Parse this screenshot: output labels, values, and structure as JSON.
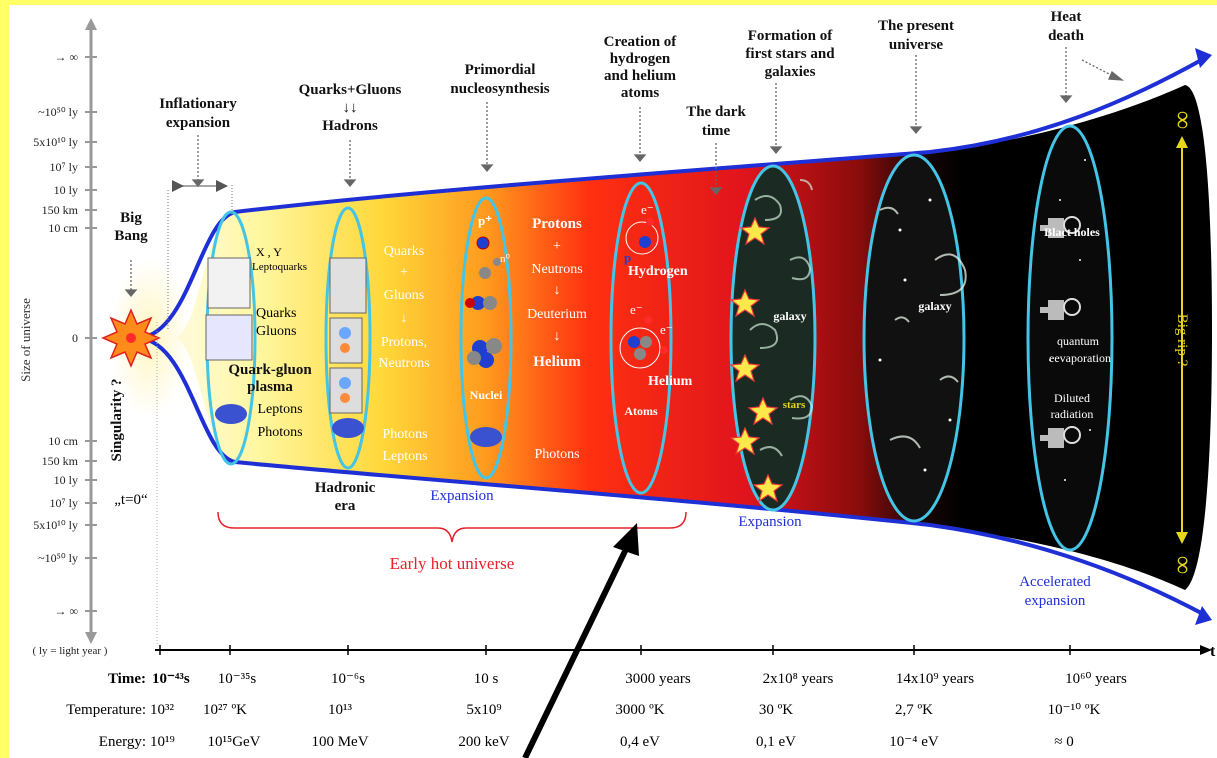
{
  "colors": {
    "accent_blue": "#1f2fd6",
    "ring": "#44c4e6",
    "red": "#e8202a",
    "yellow_bg": "#ffff66"
  },
  "y_axis": {
    "title": "Size of universe",
    "top": [
      "→ ∞",
      "~10⁵⁰ ly",
      "5x10¹⁰ ly",
      "10⁷ ly",
      "10 ly",
      "150 km",
      "10 cm"
    ],
    "zero": "0",
    "bottom": [
      "10 cm",
      "150 km",
      "10 ly",
      "10⁷ ly",
      "5x10¹⁰ ly",
      "~10⁵⁰ ly",
      "→ ∞"
    ],
    "footnote": "( ly = light year )"
  },
  "x_axis_label": "t",
  "top_labels": {
    "inflation": [
      "Inflationary",
      "expansion"
    ],
    "quarks_hadrons": [
      "Quarks+Gluons",
      "↓↓",
      "Hadrons"
    ],
    "nucleosynthesis": [
      "Primordial",
      "nucleosynthesis"
    ],
    "atoms_creation": [
      "Creation of",
      "hydrogen",
      "and helium",
      "atoms"
    ],
    "dark_time": [
      "The dark",
      "time"
    ],
    "stars_formation": [
      "Formation of",
      "first stars and",
      "galaxies"
    ],
    "present": [
      "The present",
      "universe"
    ],
    "heat_death": [
      "Heat",
      "death"
    ]
  },
  "big_bang": [
    "Big",
    "Bang"
  ],
  "singularity": "Singularity ?",
  "t0": "„t=0“",
  "plasma": {
    "xy": "X , Y",
    "lepto": "Leptoquarks",
    "quarks": "Quarks",
    "gluons": "Gluons",
    "qg1": "Quark-gluon",
    "qg2": "plasma",
    "leptons": "Leptons",
    "photons": "Photons"
  },
  "hadron_region": {
    "quarks": "Quarks",
    "plus": "+",
    "gluons": "Gluons",
    "arrow": "↓",
    "protons": "Protons,",
    "neutrons": "Neutrons",
    "photons": "Photons",
    "leptons": "Leptons"
  },
  "hadronic_era": [
    "Hadronic",
    "era"
  ],
  "nuclei": {
    "p": "p⁺",
    "n": "n⁰",
    "label": "Nuclei"
  },
  "nucleo_region": {
    "protons": "Protons",
    "plus": "+",
    "neutrons": "Neutrons",
    "a1": "↓",
    "deuterium": "Deuterium",
    "a2": "↓",
    "helium": "Helium",
    "photons": "Photons"
  },
  "atoms": {
    "e1": "e⁻",
    "p": "p",
    "hydrogen": "Hydrogen",
    "e2": "e⁻",
    "e3": "e⁻",
    "helium": "Helium",
    "label": "Atoms"
  },
  "galaxy_ring": {
    "galaxy": "galaxy",
    "stars": "stars"
  },
  "present_ring": {
    "galaxy": "galaxy"
  },
  "heat_ring": {
    "bh": "Blact holes",
    "qe1": "quantum",
    "qe2": "eevaporation",
    "dr1": "Diluted",
    "dr2": "radiation"
  },
  "big_rip": "Big rip ?",
  "infinity_top": "∞",
  "infinity_bottom": "∞",
  "expansion_labels": [
    "Expansion",
    "Expansion"
  ],
  "accelerated": [
    "Accelerated",
    "expansion"
  ],
  "early_hot": "Early hot universe",
  "rows": {
    "time_label": "Time:",
    "time": [
      "10⁻⁴³s",
      "10⁻³⁵s",
      "10⁻⁶s",
      "10 s",
      "3000 years",
      "2x10⁸ years",
      "14x10⁹ years",
      "10⁶⁰ years"
    ],
    "temp_label": "Temperature:",
    "temp": [
      "10³²",
      "10²⁷ ºK",
      "10¹³",
      "5x10⁹",
      "3000 ºK",
      "30 ºK",
      "2,7 ºK",
      "10⁻¹⁰ ºK"
    ],
    "energy_label": "Energy:",
    "energy": [
      "10¹⁹",
      "10¹⁵GeV",
      "100 MeV",
      "200 keV",
      "0,4 eV",
      "0,1 eV",
      "10⁻⁴ eV",
      "≈ 0"
    ]
  }
}
